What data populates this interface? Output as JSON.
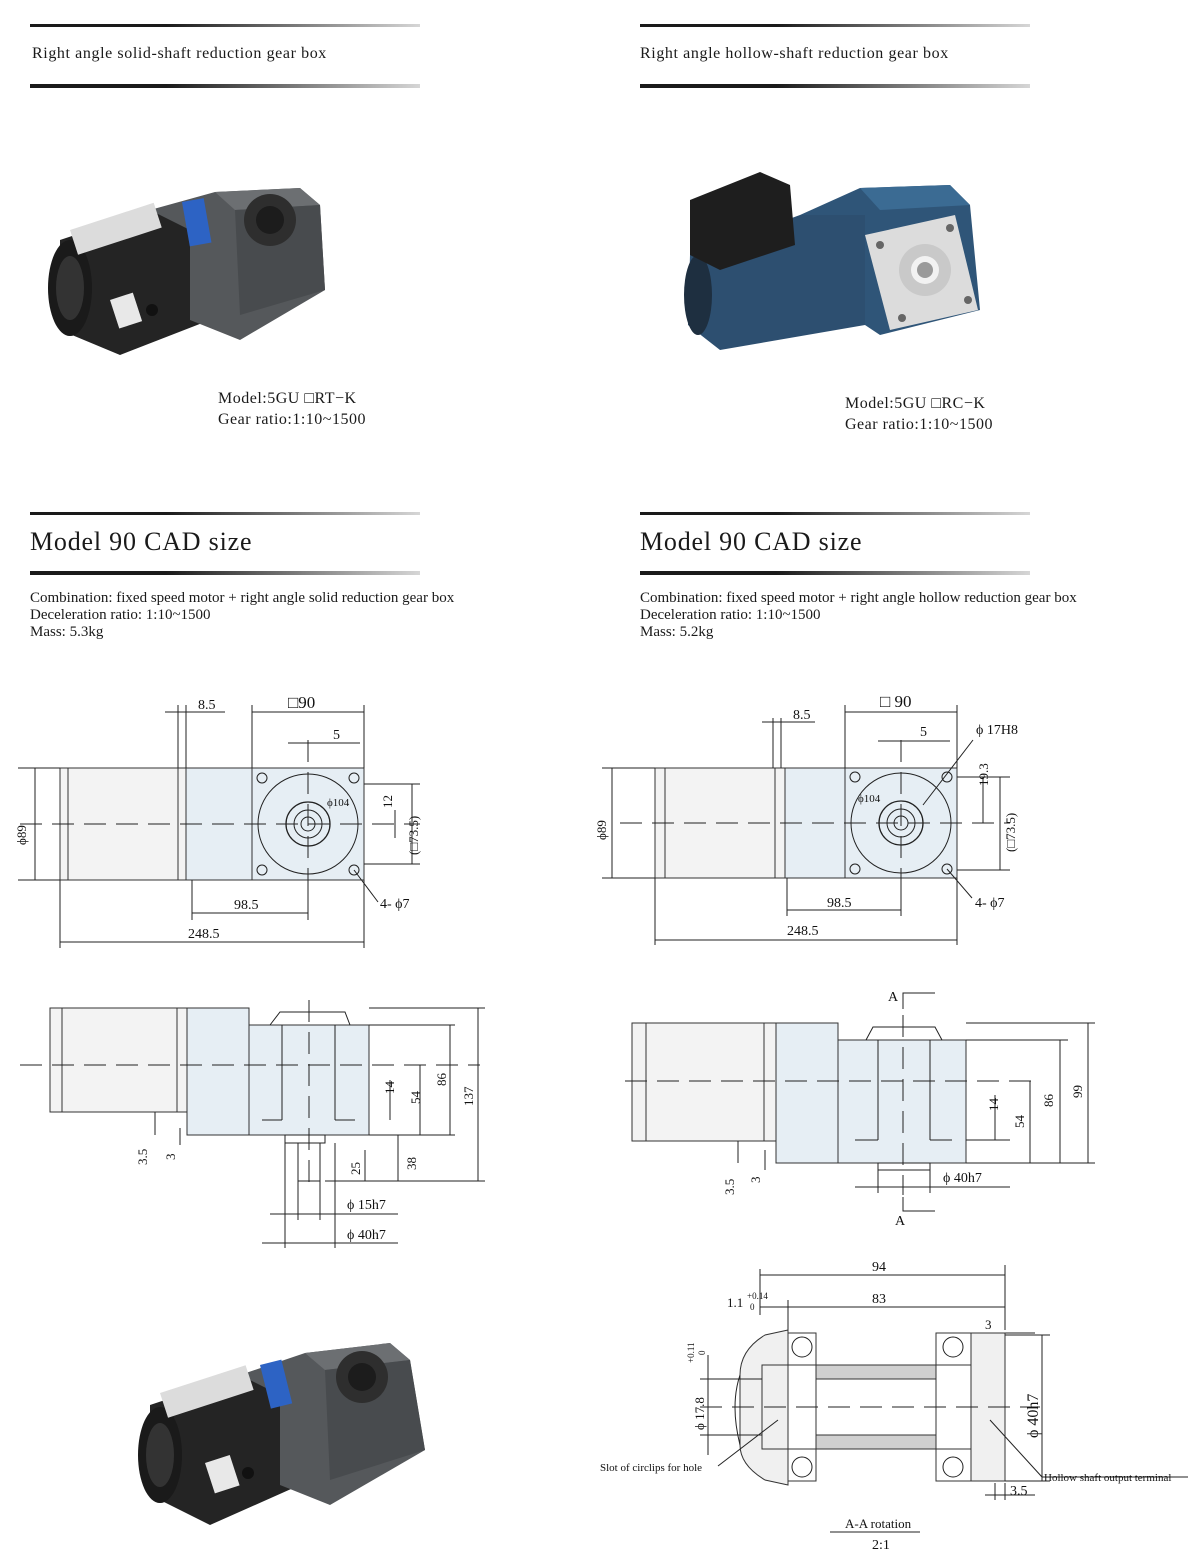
{
  "left": {
    "product_title": "Right angle solid-shaft reduction gear box",
    "model_line": "Model:5GU □RT−K",
    "ratio_line": "Gear ratio:1:10~1500",
    "cad_title": "Model 90  CAD size",
    "spec_lines": [
      "Combination: fixed speed motor + right angle solid reduction gear box",
      "Deceleration ratio: 1:10~1500",
      "Mass: 5.3kg"
    ],
    "top_view_dims": {
      "d8_5": "8.5",
      "sq90": "□90",
      "d5": "5",
      "phi104": "ϕ104",
      "d12": "12",
      "sq73_5": "(□73.5)",
      "phi89": "ϕ89",
      "d98_5": "98.5",
      "d248_5": "248.5",
      "holes": "4- ϕ7"
    },
    "side_view_dims": {
      "d14": "14",
      "d54": "54",
      "d86": "86",
      "d137": "137",
      "d3_5": "3.5",
      "d3": "3",
      "d25": "25",
      "d38": "38",
      "phi15h7": "ϕ 15h7",
      "phi40h7": "ϕ 40h7"
    }
  },
  "right": {
    "product_title": "Right angle hollow-shaft reduction gear box",
    "model_line": "Model:5GU □RC−K",
    "ratio_line": "Gear ratio:1:10~1500",
    "cad_title": "Model 90  CAD size",
    "spec_lines": [
      "Combination: fixed speed motor + right angle hollow reduction gear box",
      "Deceleration ratio: 1:10~1500",
      "Mass: 5.2kg"
    ],
    "top_view_dims": {
      "d8_5": "8.5",
      "sq90": "□ 90",
      "d5": "5",
      "phi17H8": "ϕ 17H8",
      "phi104": "ϕ104",
      "d19_3": "19.3",
      "sq73_5": "(□73.5)",
      "phi89": "ϕ89",
      "d98_5": "98.5",
      "d248_5": "248.5",
      "holes": "4- ϕ7"
    },
    "side_view_dims": {
      "sectionA_top": "A",
      "sectionA_bottom": "A",
      "d14": "14",
      "d54": "54",
      "d86": "86",
      "d99": "99",
      "d3_5": "3.5",
      "d3": "3",
      "phi40h7": "ϕ 40h7"
    },
    "section_view": {
      "d94": "94",
      "d83": "83",
      "d1_1": "1.1",
      "tol_1_1_up": "+0.14",
      "tol_1_1_low": "0",
      "d3": "3",
      "phi17_8": "ϕ 17.8",
      "tol_17_8_up": "+0.11",
      "tol_17_8_low": "0",
      "phi40h7": "ϕ 40h7",
      "d3_5": "3.5",
      "slot_label": "Slot of circlips for hole",
      "output_label": "Hollow shaft output terminal",
      "view_label": "A-A rotation",
      "scale": "2:1"
    }
  },
  "colors": {
    "motor_black": "#2b2b2b",
    "gear_grey": "#55585b",
    "motor_blue": "#2d4f70",
    "label_blue": "#2d63c4",
    "drawing_fill": "#e6eef4"
  }
}
